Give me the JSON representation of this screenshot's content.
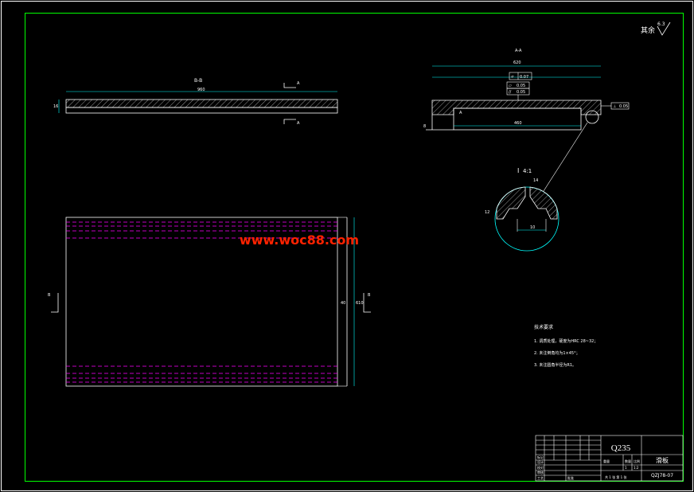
{
  "corner_note": {
    "text": "其余",
    "roughness": "6.3"
  },
  "top_view": {
    "section_mark": "B-B",
    "length_dim": "960",
    "thickness_dim": "16",
    "cut_arrow_label": "A"
  },
  "section_view": {
    "section_mark": "A-A",
    "overall_dim": "620",
    "tolerance_frame_1": [
      "⌭",
      "0.07"
    ],
    "tolerance_frame_2a": [
      "⏥",
      "0.05"
    ],
    "tolerance_frame_2b": [
      "//",
      "0.05"
    ],
    "datum_frame": [
      "⊥",
      "0.05"
    ],
    "inner_dim": "460",
    "datum_label": "A",
    "left_dim": "8"
  },
  "detail_view": {
    "label": "Ⅰ",
    "scale": "4:1",
    "top_dim": "14",
    "side_dim": "12",
    "bottom_dim": "10"
  },
  "plan_view": {
    "section_mark": "B",
    "height_dim": "610",
    "side_dim": "40"
  },
  "watermark": "www.woc88.com",
  "tech_notes": {
    "heading": "技术要求",
    "items": [
      "1. 调质处理，硬度为HRC 28~32；",
      "2. 未注倒角均为1×45°；",
      "3. 未注圆角半径为R1。"
    ]
  },
  "title_block": {
    "material": "Q235",
    "part_name": "滑板",
    "drawing_no": "QZJ78-07",
    "scale_label": "比例",
    "scale_value": "1:2",
    "weight_label": "重量",
    "qty_label": "数量",
    "qty_value": "1",
    "sheet_text": "共 1 张  第 1 张",
    "row_labels": [
      "标记",
      "设计",
      "校对",
      "审核",
      "工艺",
      "批准"
    ]
  }
}
